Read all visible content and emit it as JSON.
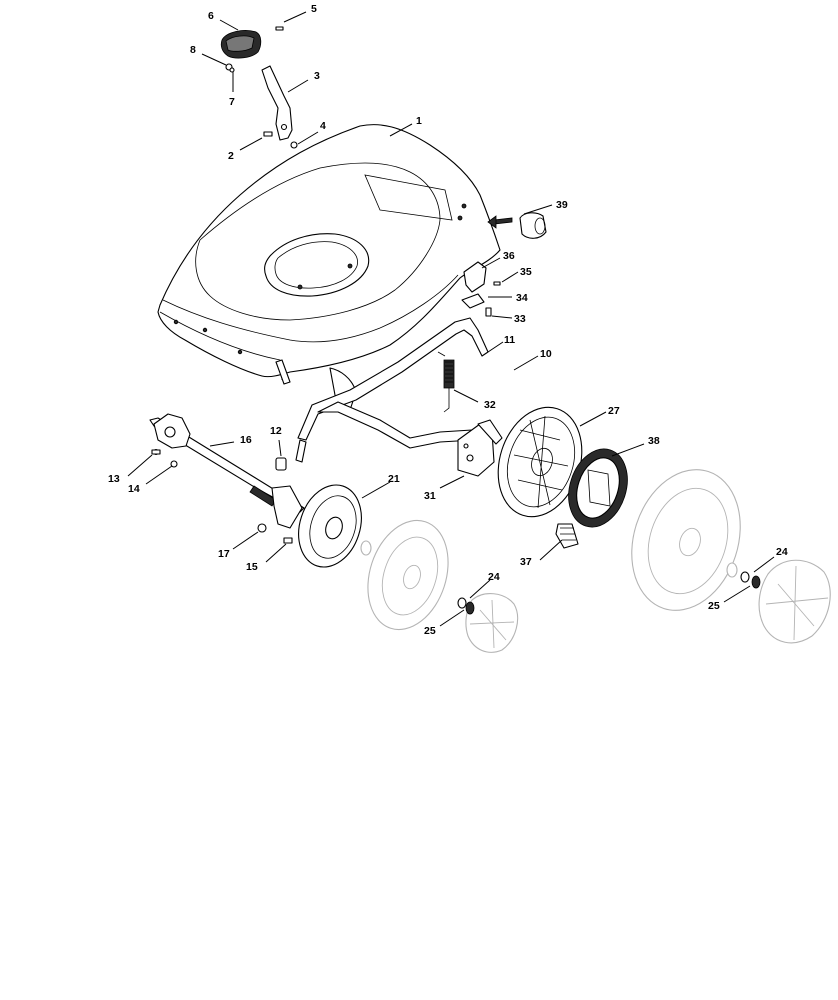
{
  "callouts": [
    "1",
    "2",
    "3",
    "4",
    "5",
    "6",
    "7",
    "8",
    "10",
    "11",
    "12",
    "13",
    "14",
    "15",
    "16",
    "17",
    "21",
    "24",
    "25",
    "27",
    "31",
    "32",
    "33",
    "34",
    "35",
    "36",
    "37",
    "38",
    "39"
  ]
}
